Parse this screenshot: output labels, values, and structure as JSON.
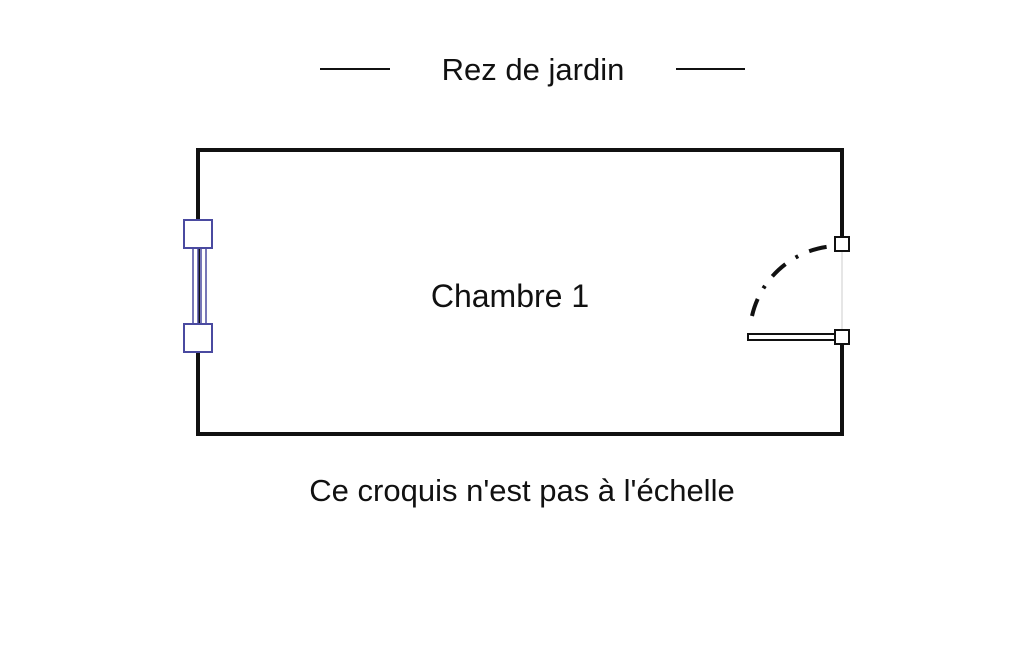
{
  "title": "Rez de jardin",
  "room": {
    "name": "Chambre 1"
  },
  "caption": "Ce croquis n'est pas à l'échelle",
  "colors": {
    "wall": "#111111",
    "window": "#4a4aa0",
    "background": "#ffffff"
  }
}
